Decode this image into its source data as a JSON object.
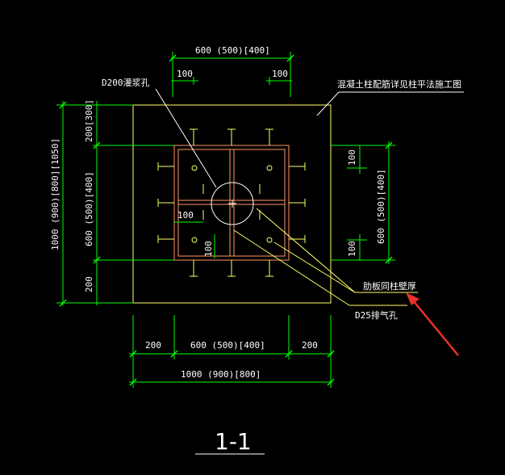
{
  "colors": {
    "background": "#000000",
    "dimension": "#00ff00",
    "outline": "#ffff66",
    "cage": "#ff9966",
    "column": "#ffffff",
    "leader": "#ffffff",
    "arrow": "#e8322a"
  },
  "dimensions": {
    "top_total": "600 (500)[400]",
    "top_left": "100",
    "top_right": "100",
    "left_total": "1000 (900)[800][1050]",
    "left_top": "200[300]",
    "left_mid": "600 (500)[400]",
    "left_bottom": "200",
    "right_top": "100",
    "right_mid": "600 (500)[400]",
    "right_bottom": "100",
    "bottom_left": "200",
    "bottom_mid": "600 (500)[400]",
    "bottom_right": "200",
    "bottom_total": "1000 (900)[800]",
    "inner_a": "100",
    "inner_b": "100"
  },
  "annotations": {
    "grout_hole": "D200灌浆孔",
    "column_rebar_note": "混凝土柱配筋详见柱平法施工图",
    "plate_thickness": "肋板同柱壁厚",
    "vent_hole": "D25排气孔"
  },
  "section_title": "1-1"
}
